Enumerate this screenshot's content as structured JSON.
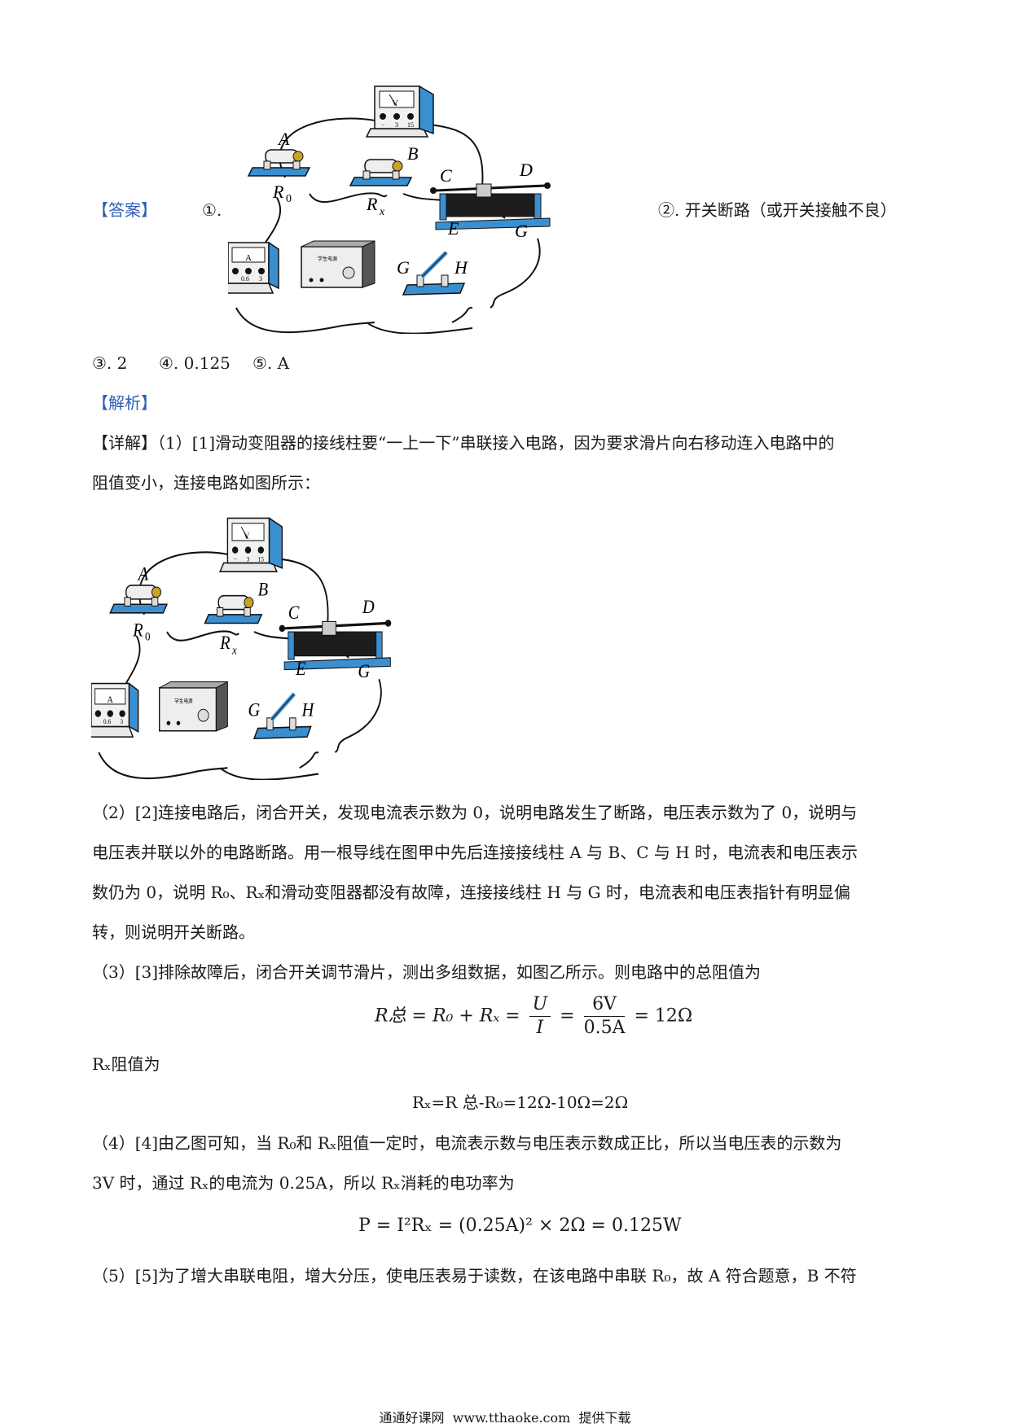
{
  "answer": {
    "tag": "【答案】",
    "item1": "①.",
    "item2": "②. 开关断路（或开关接触不良）",
    "item3": "③. 2",
    "item4": "④. 0.125",
    "item5": "⑤. A"
  },
  "diagram_labels": {
    "A": "A",
    "B": "B",
    "C": "C",
    "D": "D",
    "E": "E",
    "G": "G",
    "G2": "G",
    "H": "H",
    "R0": "R",
    "R0_sub": "0",
    "Rx": "R",
    "Rx_sub": "x",
    "voltmeter": "V",
    "voltmeter_minus": "−",
    "voltmeter_3": "3",
    "voltmeter_15": "15",
    "ammeter": "A",
    "ammeter_06": "0.6",
    "ammeter_3": "3",
    "power_supply": "学生电源"
  },
  "analysis": {
    "tag": "【解析】"
  },
  "detail": {
    "tag": "【详解】",
    "p1_a": "（1）[1]滑动变阻器的接线柱要“一上一下”串联接入电路，因为要求滑片向右移动连入电路中的",
    "p1_b": "阻值变小，连接电路如图所示：",
    "p2_a": "（2）[2]连接电路后，闭合开关，发现电流表示数为 0，说明电路发生了断路，电压表示数为了 0，说明与",
    "p2_b": "电压表并联以外的电路断路。用一根导线在图甲中先后连接接线柱 A 与 B、C 与 H 时，电流表和电压表示",
    "p2_c": "数仍为 0，说明 R₀、Rₓ和滑动变阻器都没有故障，连接接线柱 H 与 G 时，电流表和电压表指针有明显偏",
    "p2_d": "转，则说明开关断路。",
    "p3_a": "（3）[3]排除故障后，闭合开关调节滑片，测出多组数据，如图乙所示。则电路中的总阻值为",
    "eq1_lhs": "R总 = R₀ + Rₓ =",
    "eq1_num1": "U",
    "eq1_den1": "I",
    "eq1_eq": "=",
    "eq1_num2": "6V",
    "eq1_den2": "0.5A",
    "eq1_rhs": "= 12Ω",
    "p3_b": "Rₓ阻值为",
    "eq2": "Rₓ=R 总-R₀=12Ω-10Ω=2Ω",
    "p4_a": "（4）[4]由乙图可知，当 R₀和 Rₓ阻值一定时，电流表示数与电压表示数成正比，所以当电压表的示数为",
    "p4_b": "3V 时，通过 Rₓ的电流为 0.25A，所以 Rₓ消耗的电功率为",
    "eq3": "P = I²Rₓ = (0.25A)² × 2Ω = 0.125W",
    "p5_a": "（5）[5]为了增大串联电阻，增大分压，使电压表易于读数，在该电路中串联 R₀，故 A 符合题意，B 不符"
  },
  "footer": "通通好课网  www.tthaoke.com  提供下载"
}
